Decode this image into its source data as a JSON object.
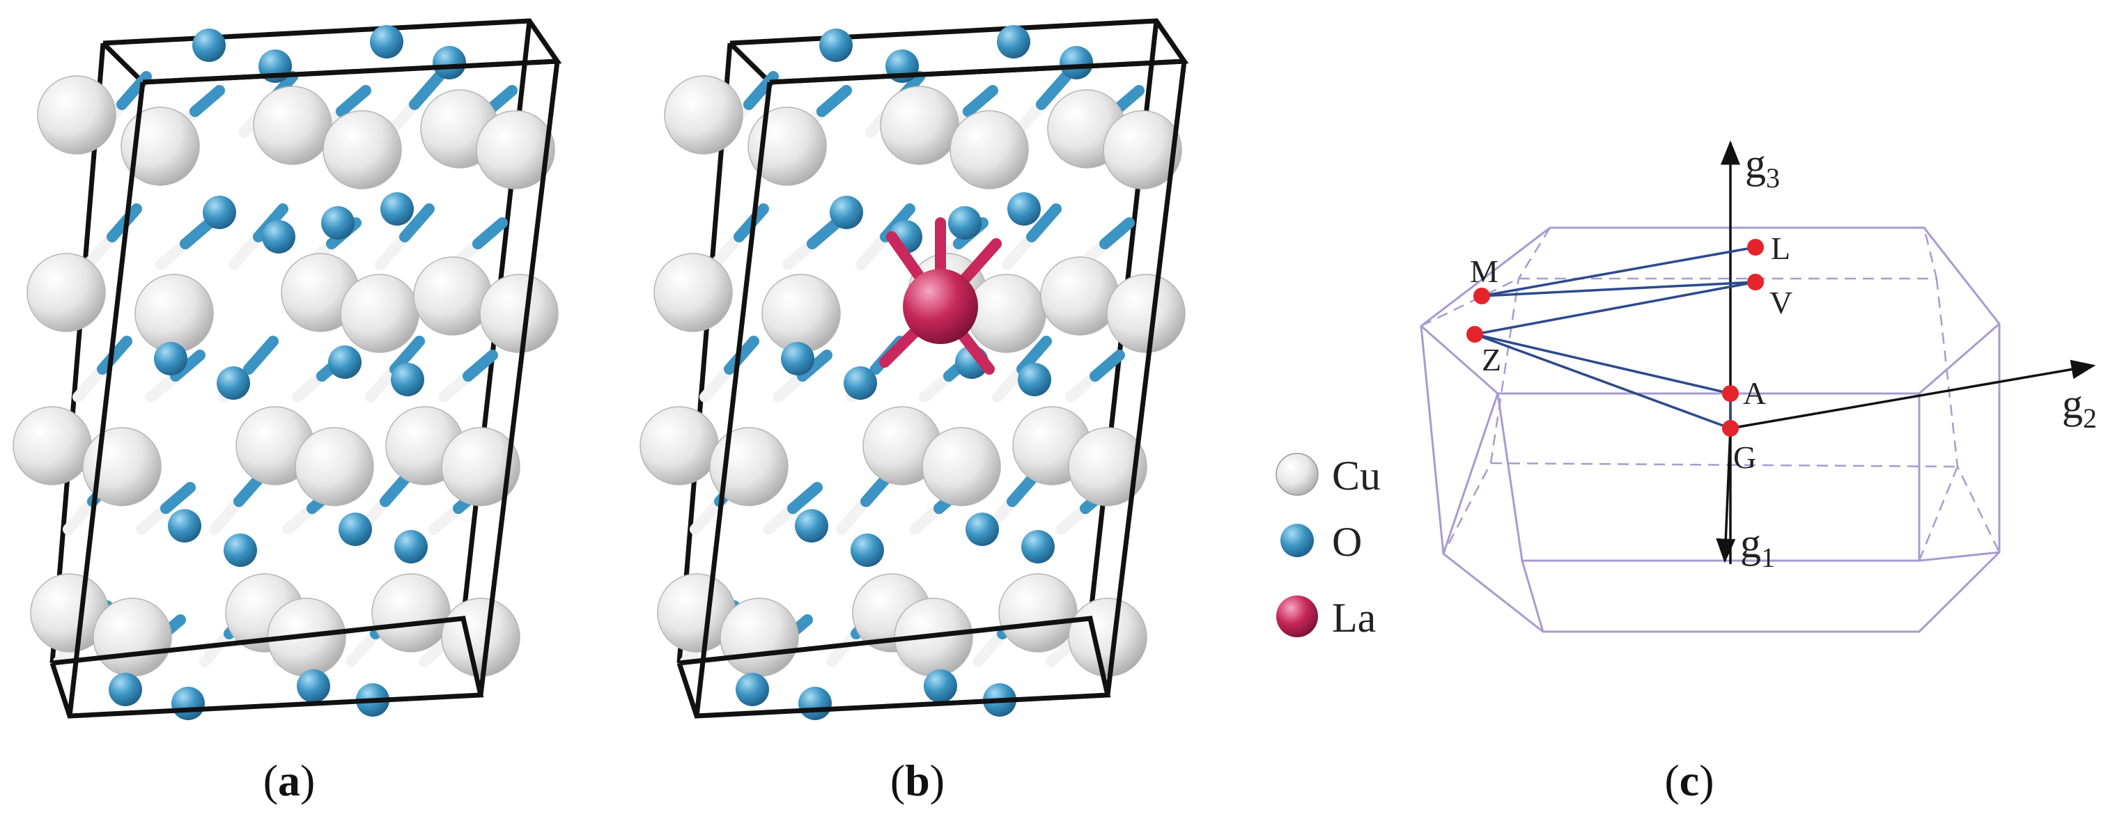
{
  "panels": {
    "a": {
      "open": "(",
      "letter": "a",
      "close": ")"
    },
    "b": {
      "open": "(",
      "letter": "b",
      "close": ")"
    },
    "c": {
      "open": "(",
      "letter": "c",
      "close": ")"
    }
  },
  "legend": [
    {
      "label": "Cu",
      "color": "#e4e4e4"
    },
    {
      "label": "O",
      "color": "#3b94c3"
    },
    {
      "label": "La",
      "color": "#c8285c"
    }
  ],
  "kpoints": {
    "L": "L",
    "V": "V",
    "M": "M",
    "Z": "Z",
    "A": "A",
    "G": "G"
  },
  "axes": {
    "g1": {
      "base": "g",
      "sub": "1"
    },
    "g2": {
      "base": "g",
      "sub": "2"
    },
    "g3": {
      "base": "g",
      "sub": "3"
    }
  },
  "colors": {
    "cu": "#e4e4e4",
    "oxygen": "#3b94c3",
    "la": "#c8285c",
    "cell": "#111111",
    "bz": "#a79bd0",
    "path": "#2c4a8e",
    "kpoint": "#e5232a"
  }
}
